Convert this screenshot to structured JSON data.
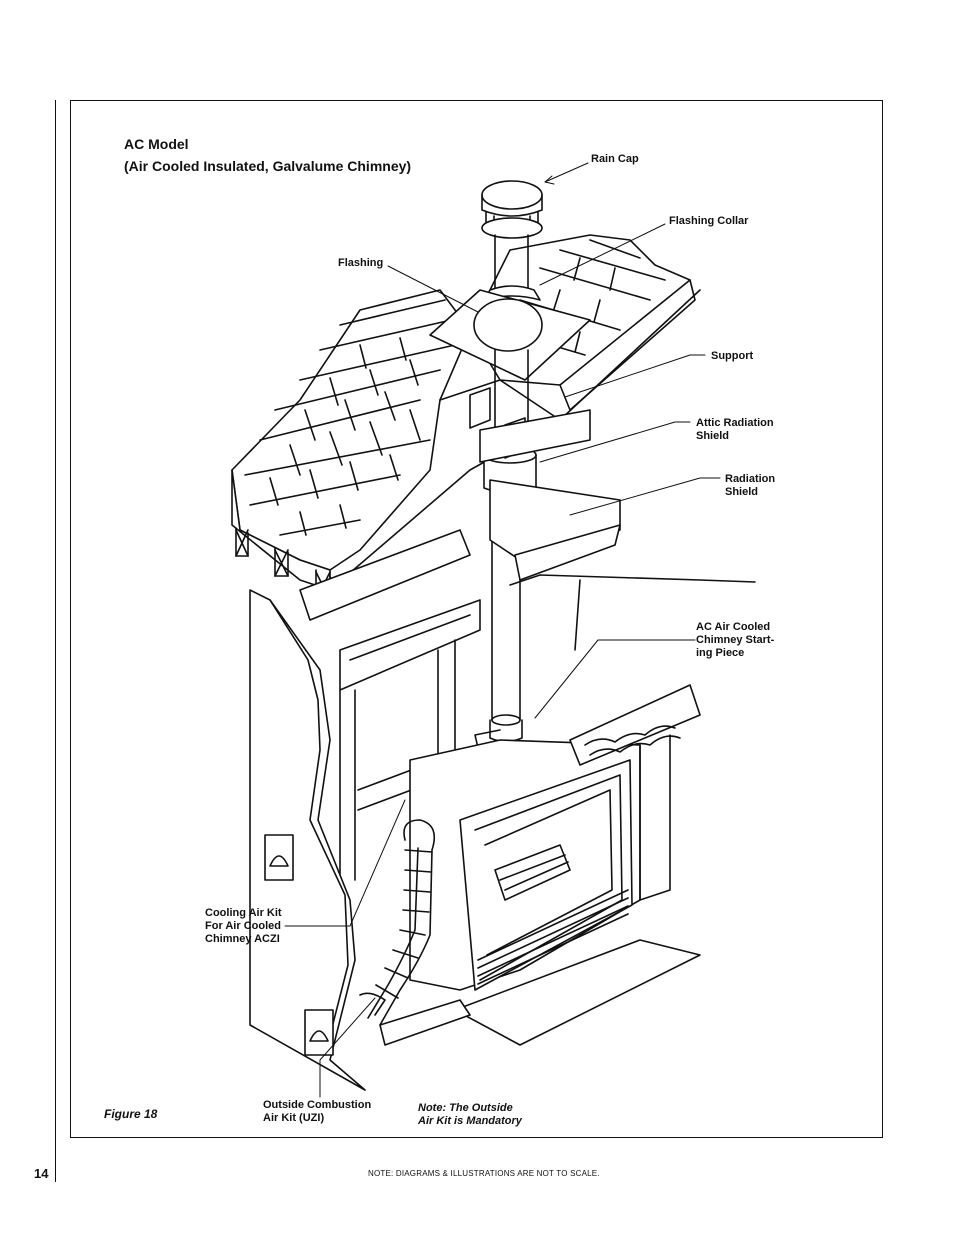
{
  "page": {
    "number": "14",
    "footnote": "NOTE: DIAGRAMS & ILLUSTRATIONS ARE NOT TO SCALE."
  },
  "figure": {
    "title_line1": "AC Model",
    "title_line2": "(Air Cooled Insulated, Galvalume Chimney)",
    "caption": "Figure 18",
    "note": "Note: The Outside\nAir Kit is Mandatory"
  },
  "callouts": {
    "rain_cap": "Rain Cap",
    "flashing_collar": "Flashing Collar",
    "flashing": "Flashing",
    "support": "Support",
    "attic_radiation_shield": "Attic Radiation\nShield",
    "radiation_shield": "Radiation\nShield",
    "chimney_starting_piece": "AC Air Cooled\nChimney Start-\ning Piece",
    "cooling_air_kit": "Cooling Air Kit\nFor Air Cooled\nChimney ACZI",
    "outside_combustion_air_kit": "Outside Combustion\nAir Kit (UZI)"
  }
}
